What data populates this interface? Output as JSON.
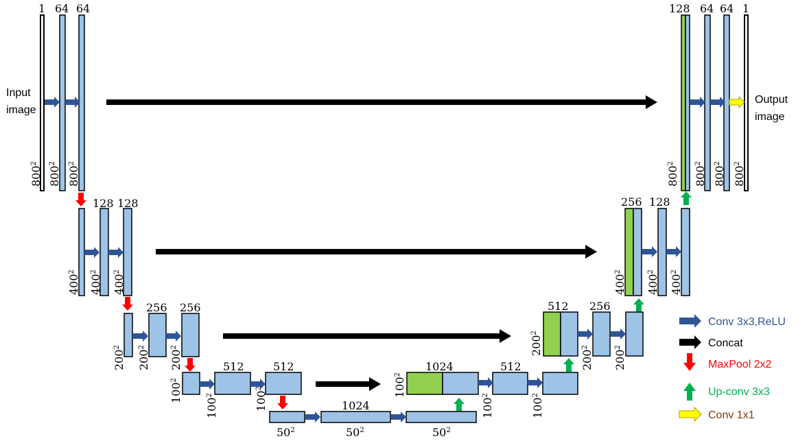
{
  "io": {
    "input_line1": "Input",
    "input_line2": "image",
    "output_line1": "Output",
    "output_line2": "image"
  },
  "channels": {
    "c1": "1",
    "c64": "64",
    "c128": "128",
    "c256": "256",
    "c512": "512",
    "c1024": "1024"
  },
  "sizes": {
    "s800": "800",
    "s400": "400",
    "s200": "200",
    "s100": "100",
    "s50": "50",
    "sup": "2"
  },
  "legend": [
    {
      "label": "Conv 3x3,ReLU",
      "color": "#2f5597",
      "icon": "right-arrow-icon"
    },
    {
      "label": "Concat",
      "color": "#000000",
      "icon": "concat-arrow-icon"
    },
    {
      "label": "MaxPool 2x2",
      "color": "#ff0000",
      "icon": "down-arrow-icon"
    },
    {
      "label": "Up-conv 3x3",
      "color": "#00b050",
      "icon": "up-arrow-icon"
    },
    {
      "label": "Conv 1x1",
      "color": "#843c0c",
      "icon": "yellow-right-arrow-icon"
    }
  ],
  "colors": {
    "block_fill": "#9dc3e6",
    "concat_fill": "#92d050",
    "conv_arrow": "#2f5597",
    "maxpool_arrow": "#ff0000",
    "upconv_arrow": "#00b050",
    "conv1x1_arrow": "#ffff00"
  }
}
